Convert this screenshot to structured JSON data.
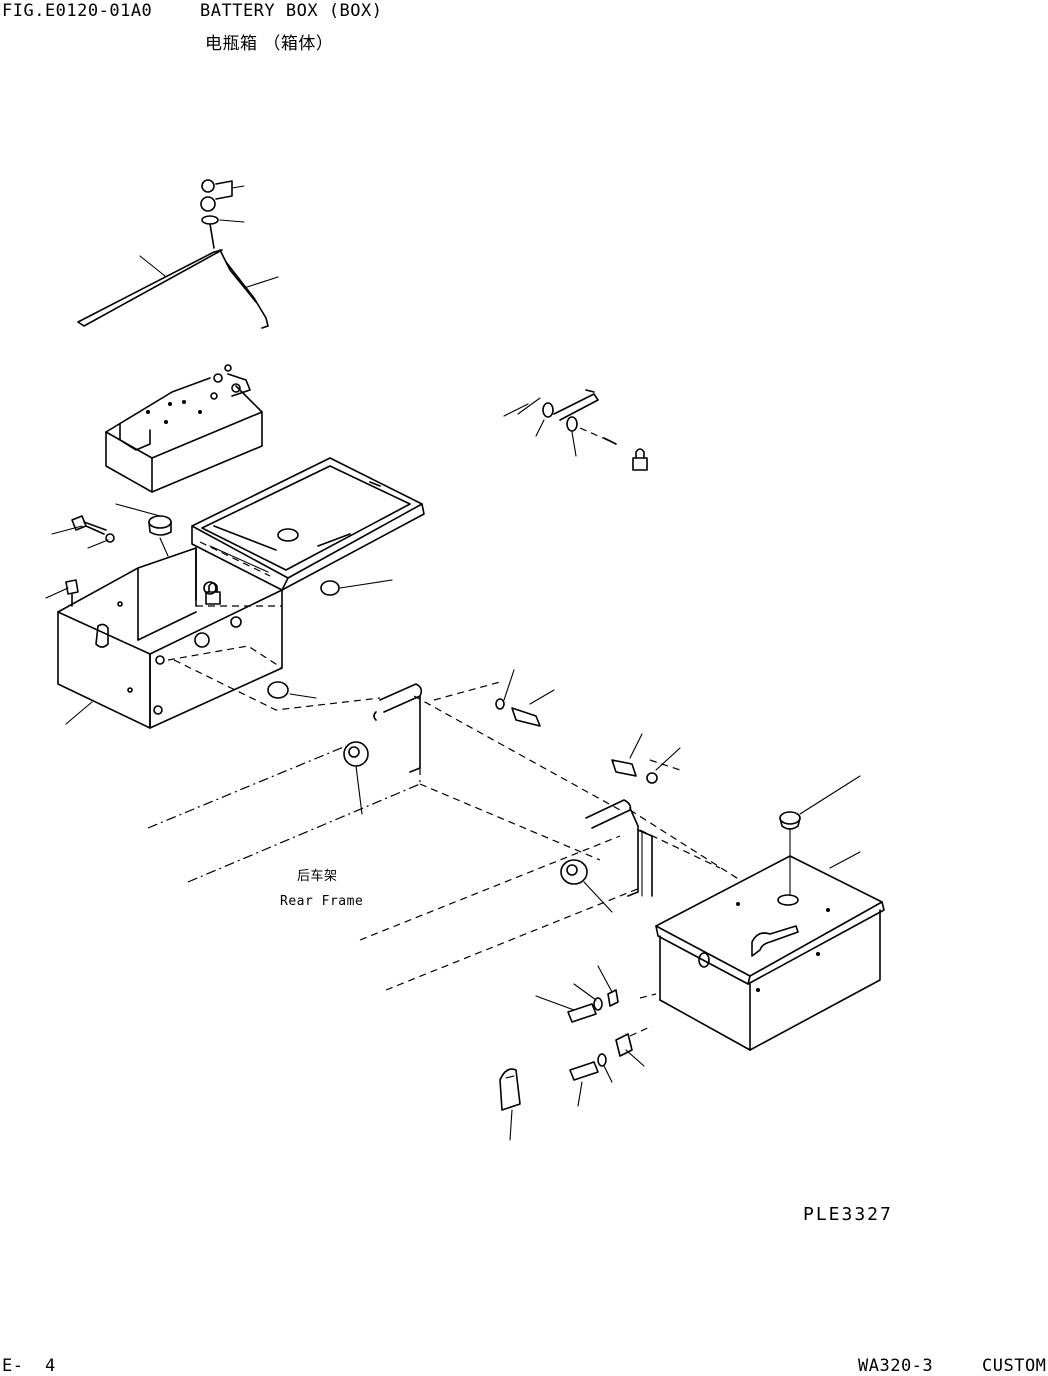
{
  "header": {
    "figure_id": "FIG.E0120-01A0",
    "title": "BATTERY BOX (BOX)",
    "subtitle": "电瓶箱 （箱体）"
  },
  "labels": {
    "frame_cn": "后车架",
    "frame_en": "Rear Frame"
  },
  "footer": {
    "plate_code": "PLE3327",
    "page": "E-  4",
    "model": "WA320-3",
    "variant": "CUSTOM"
  }
}
